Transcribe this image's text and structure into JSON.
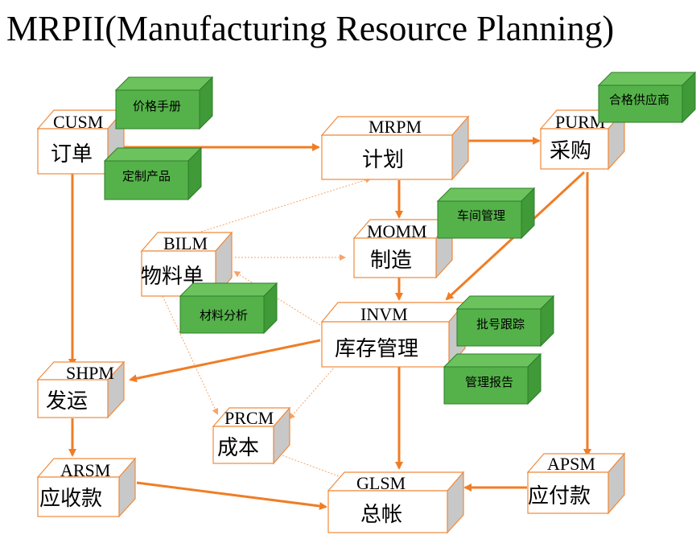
{
  "title": "MRPII(Manufacturing Resource Planning)",
  "modules": {
    "cusm": {
      "code": "CUSM",
      "name": "订单"
    },
    "mrpm": {
      "code": "MRPM",
      "name": "计划"
    },
    "purm": {
      "code": "PURM",
      "name": "采购"
    },
    "bilm": {
      "code": "BILM",
      "name": "物料单"
    },
    "momm": {
      "code": "MOMM",
      "name": "制造"
    },
    "invm": {
      "code": "INVM",
      "name": "库存管理"
    },
    "shpm": {
      "code": "SHPM",
      "name": "发运"
    },
    "prcm": {
      "code": "PRCM",
      "name": "成本"
    },
    "arsm": {
      "code": "ARSM",
      "name": "应收款"
    },
    "glsm": {
      "code": "GLSM",
      "name": "总帐"
    },
    "apsm": {
      "code": "APSM",
      "name": "应付款"
    }
  },
  "notes": {
    "price_manual": "价格手册",
    "custom_product": "定制产品",
    "qualified_supplier": "合格供应商",
    "workshop_mgmt": "车间管理",
    "material_analysis": "材料分析",
    "batch_tracking": "批号跟踪",
    "mgmt_report": "管理报告"
  },
  "colors": {
    "arrow": "#f07d26",
    "note_fill": "#55b24a",
    "box_side": "#c8c8c8"
  }
}
